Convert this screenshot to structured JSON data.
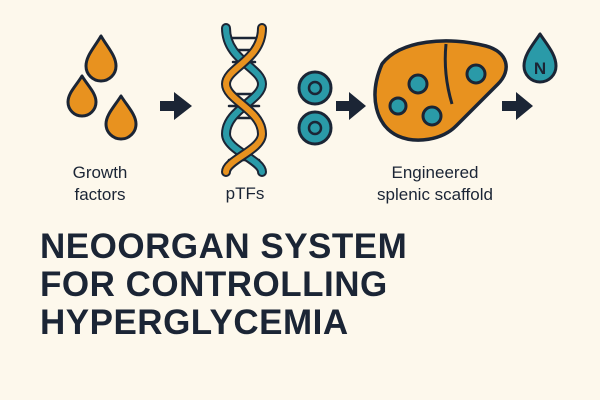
{
  "labels": {
    "growth_line1": "Growth",
    "growth_line2": "factors",
    "ptfs": "pTFs",
    "scaffold_line1": "Engineered",
    "scaffold_line2": "splenic scaffold",
    "insulin_symbol": "N"
  },
  "title": {
    "line1": "NEOORGAN SYSTEM",
    "line2": "FOR CONTROLLING",
    "line3": "HYPERGLYCEMIA"
  },
  "icons": [
    "growth-factor-drop-icon",
    "right-arrow-icon",
    "dna-helix-icon",
    "cell-icon",
    "liver-scaffold-icon",
    "insulin-drop-icon"
  ],
  "colors": {
    "background": "#fdf8ec",
    "orange": "#e8921f",
    "teal": "#2a9aa8",
    "navy": "#1b2535"
  }
}
